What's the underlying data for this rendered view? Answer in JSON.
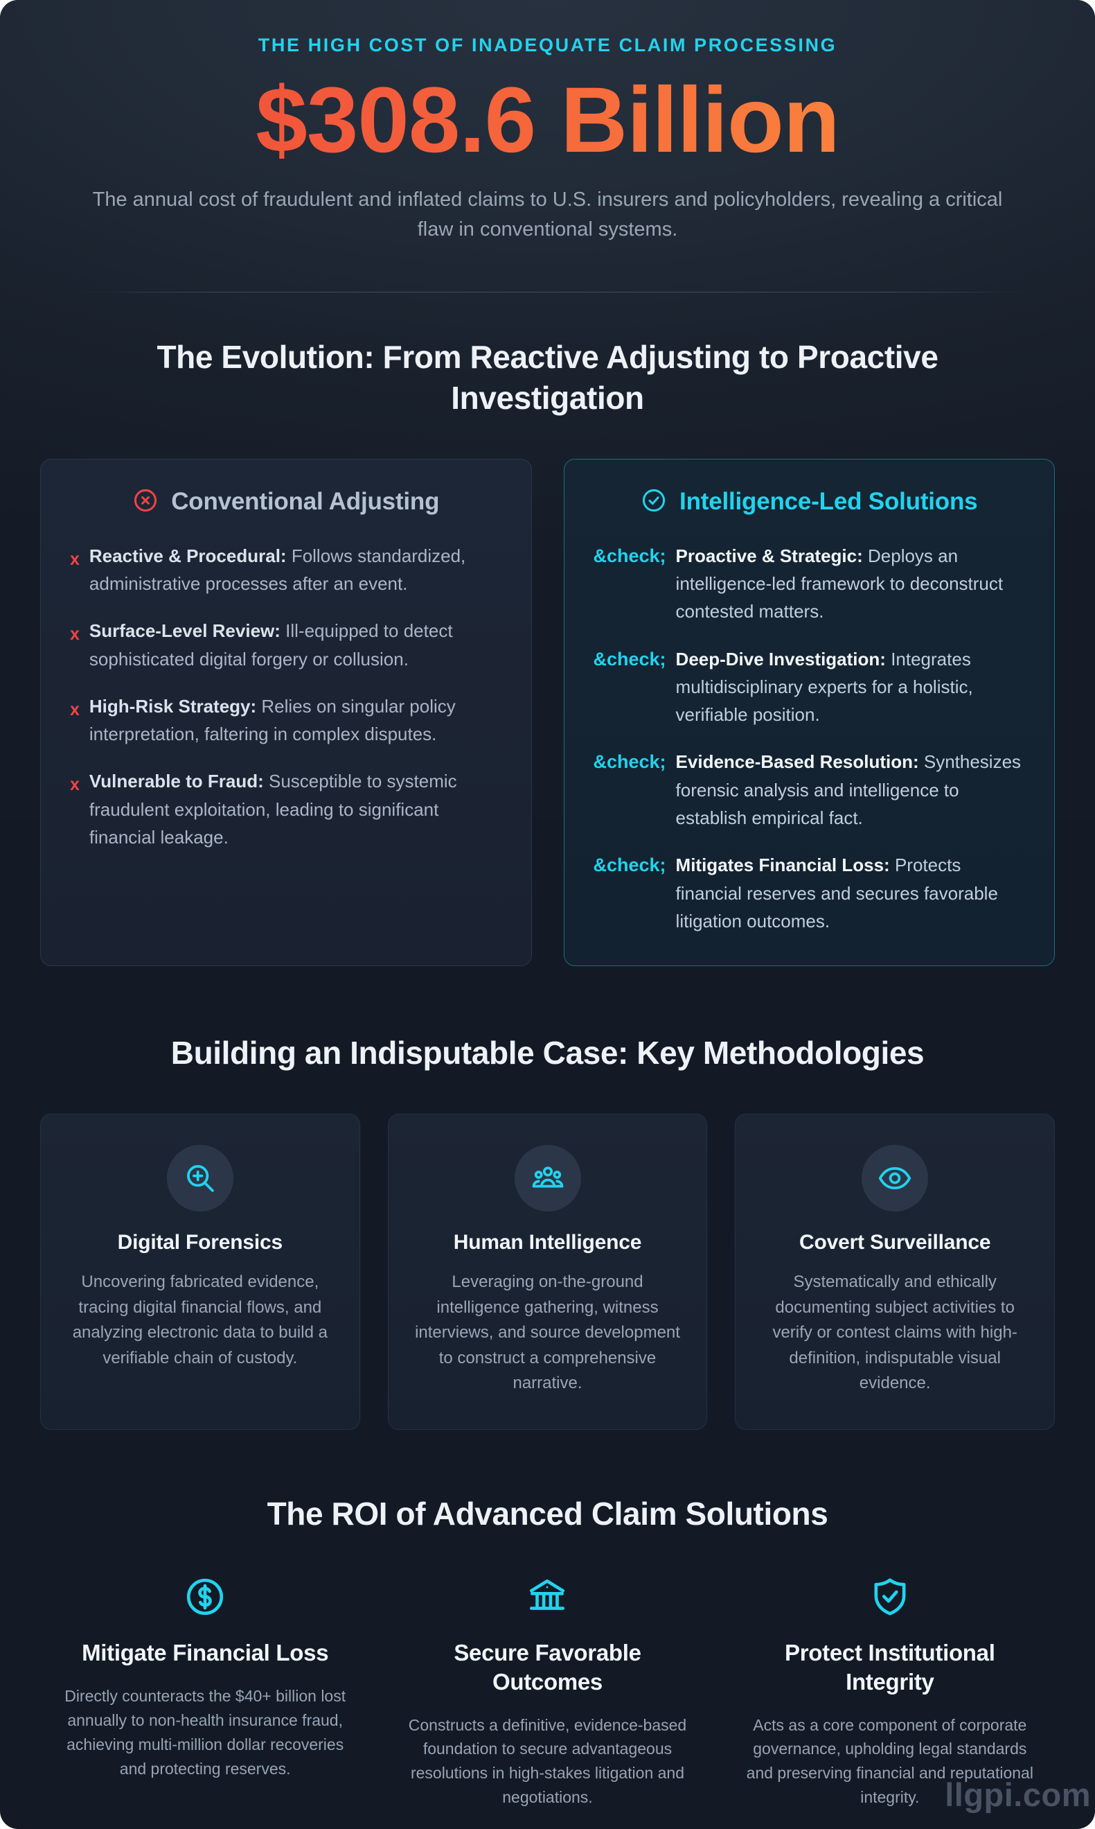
{
  "theme": {
    "background": "#131a26",
    "accent_cyan": "#22d3ee",
    "accent_orange": "#f97b3c",
    "accent_red": "#ef4444",
    "card_background": "#1b2434",
    "text_primary": "#f2f6fa",
    "text_muted": "#9aa6b6"
  },
  "hero": {
    "eyebrow": "THE HIGH COST OF INADEQUATE CLAIM PROCESSING",
    "stat": "$308.6 Billion",
    "subtitle": "The annual cost of fraudulent and inflated claims to U.S. insurers and policyholders, revealing a critical flaw in conventional systems."
  },
  "evolution": {
    "section_title": "The Evolution: From Reactive Adjusting to Proactive Investigation",
    "conventional": {
      "icon": "x-circle-icon",
      "title": "Conventional Adjusting",
      "marker": "x",
      "items": [
        {
          "term": "Reactive & Procedural:",
          "detail": "Follows standardized, administrative processes after an event."
        },
        {
          "term": "Surface-Level Review:",
          "detail": "Ill-equipped to detect sophisticated digital forgery or collusion."
        },
        {
          "term": "High-Risk Strategy:",
          "detail": "Relies on singular policy interpretation, faltering in complex disputes."
        },
        {
          "term": "Vulnerable to Fraud:",
          "detail": "Susceptible to systemic fraudulent exploitation, leading to significant financial leakage."
        }
      ]
    },
    "intelligence": {
      "icon": "check-circle-icon",
      "title": "Intelligence-Led Solutions",
      "marker": "&check;",
      "items": [
        {
          "term": "Proactive & Strategic:",
          "detail": "Deploys an intelligence-led framework to deconstruct contested matters."
        },
        {
          "term": "Deep-Dive Investigation:",
          "detail": "Integrates multidisciplinary experts for a holistic, verifiable position."
        },
        {
          "term": "Evidence-Based Resolution:",
          "detail": "Synthesizes forensic analysis and intelligence to establish empirical fact."
        },
        {
          "term": "Mitigates Financial Loss:",
          "detail": "Protects financial reserves and secures favorable litigation outcomes."
        }
      ]
    }
  },
  "methodologies": {
    "section_title": "Building an Indisputable Case: Key Methodologies",
    "cards": [
      {
        "icon": "magnifier-crosshair-icon",
        "title": "Digital Forensics",
        "description": "Uncovering fabricated evidence, tracing digital financial flows, and analyzing electronic data to build a verifiable chain of custody."
      },
      {
        "icon": "people-group-icon",
        "title": "Human Intelligence",
        "description": "Leveraging on-the-ground intelligence gathering, witness interviews, and source development to construct a comprehensive narrative."
      },
      {
        "icon": "eye-icon",
        "title": "Covert Surveillance",
        "description": "Systematically and ethically documenting subject activities to verify or contest claims with high-definition, indisputable visual evidence."
      }
    ]
  },
  "roi": {
    "section_title": "The ROI of Advanced Claim Solutions",
    "items": [
      {
        "icon": "dollar-circle-icon",
        "title": "Mitigate Financial Loss",
        "description": "Directly counteracts the $40+ billion lost annually to non-health insurance fraud, achieving multi-million dollar recoveries and protecting reserves."
      },
      {
        "icon": "bank-columns-icon",
        "title": "Secure Favorable Outcomes",
        "description": "Constructs a definitive, evidence-based foundation to secure advantageous resolutions in high-stakes litigation and negotiations."
      },
      {
        "icon": "shield-check-icon",
        "title": "Protect Institutional Integrity",
        "description": "Acts as a core component of corporate governance, upholding legal standards and preserving financial and reputational integrity."
      }
    ]
  },
  "watermark": {
    "text": "llgpi.com"
  }
}
